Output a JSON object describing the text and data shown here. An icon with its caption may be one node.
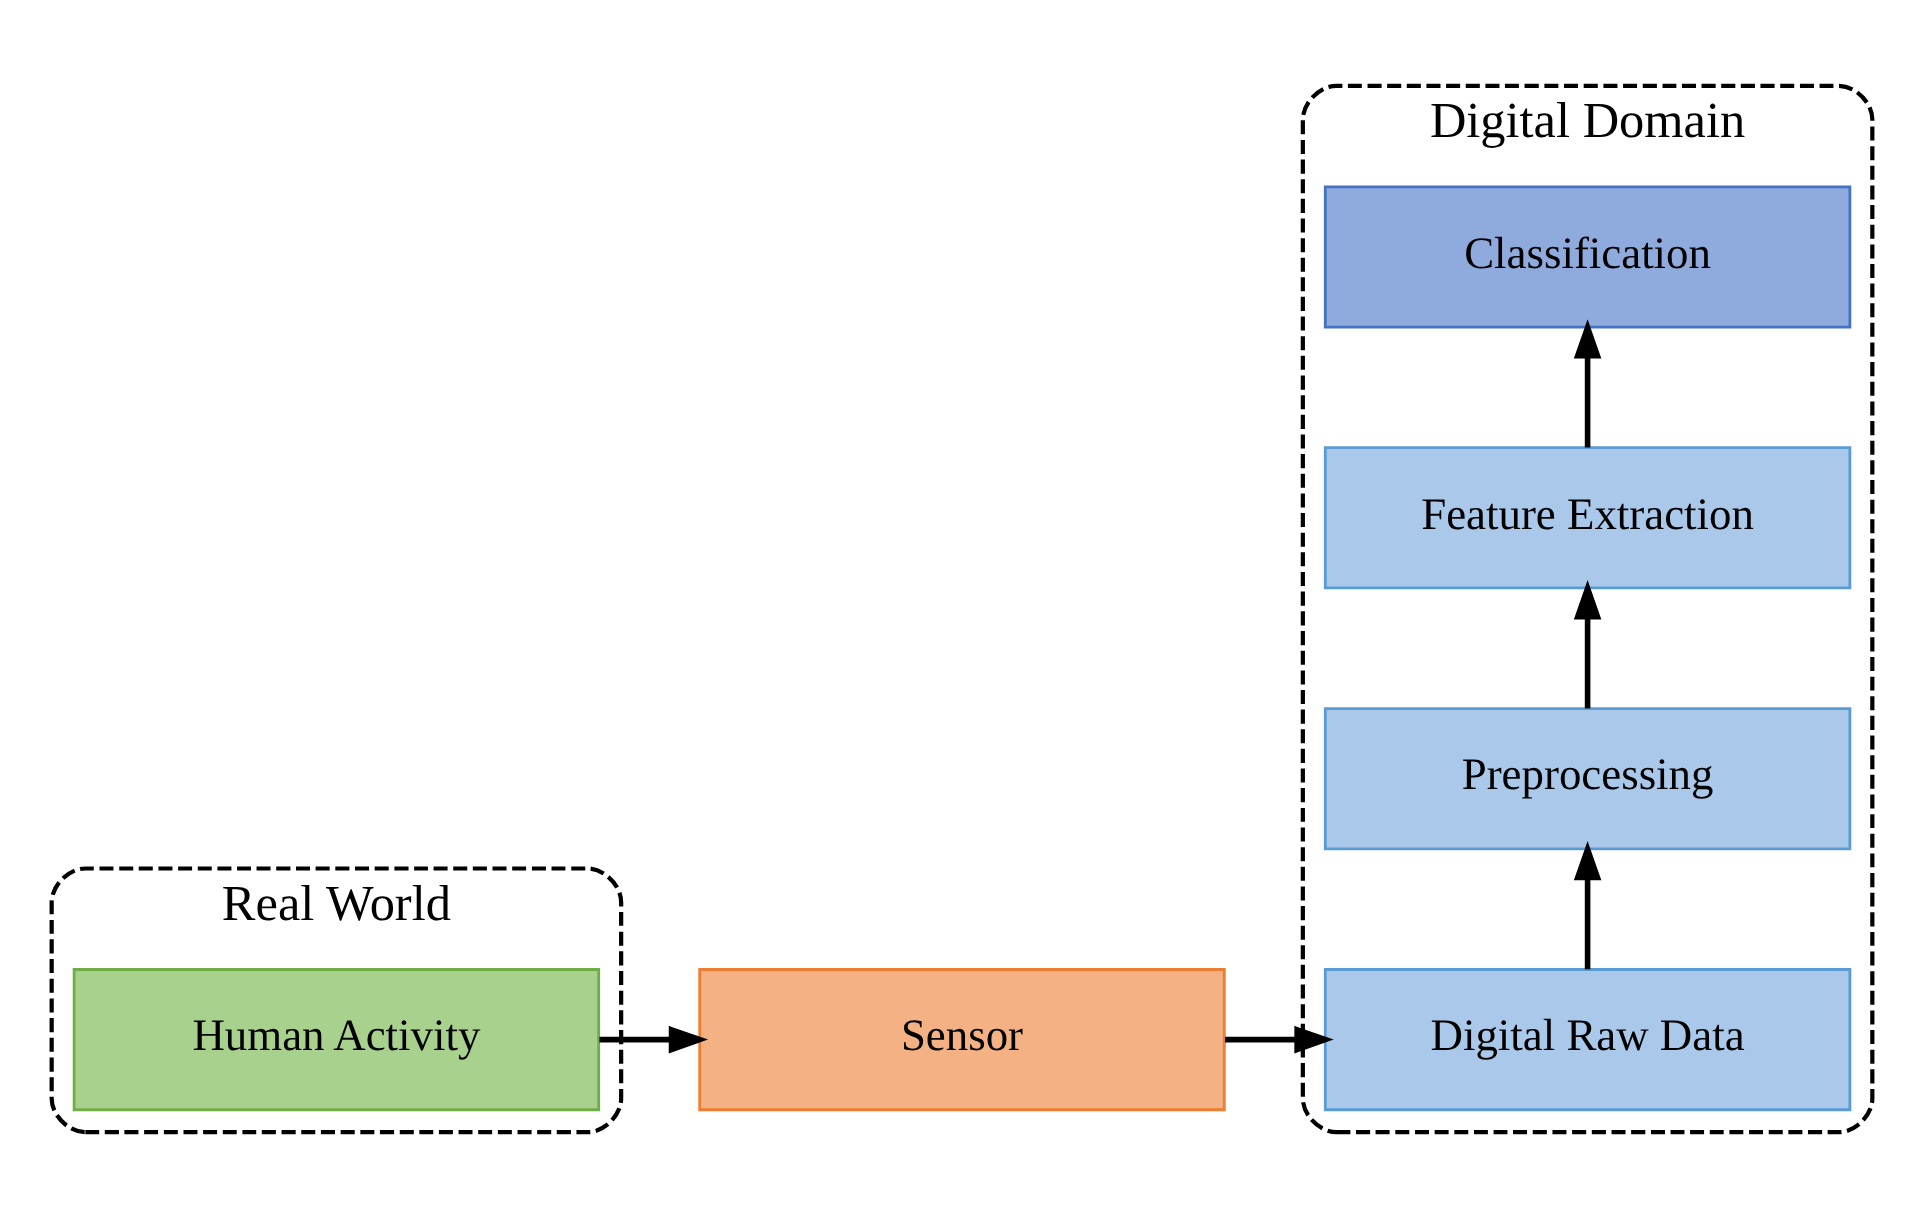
{
  "diagram": {
    "nodes": [
      {
        "text": [
          "Real World"
        ]
      },
      {
        "text": [
          "Human Activity"
        ],
        "in": 0
      },
      {
        "text": [
          "Sensor"
        ]
      },
      {
        "text": [
          "Digital Domain"
        ]
      },
      {
        "text": [
          "Digital Raw Data"
        ],
        "in": 3
      },
      {
        "text": [
          "Preprocessing"
        ],
        "in": 3
      },
      {
        "text": [
          "Feature Extraction"
        ],
        "in": 3
      },
      {
        "text": [
          "Classification"
        ],
        "in": 3
      }
    ],
    "edges": [
      {
        "from": 1,
        "to": 2,
        "arrow": "to"
      },
      {
        "from": 2,
        "to": 4,
        "arrow": "to"
      },
      {
        "from": 4,
        "to": 5,
        "arrow": "to"
      },
      {
        "from": 5,
        "to": 6,
        "arrow": "to"
      },
      {
        "from": 6,
        "to": 7,
        "arrow": "to"
      }
    ]
  }
}
